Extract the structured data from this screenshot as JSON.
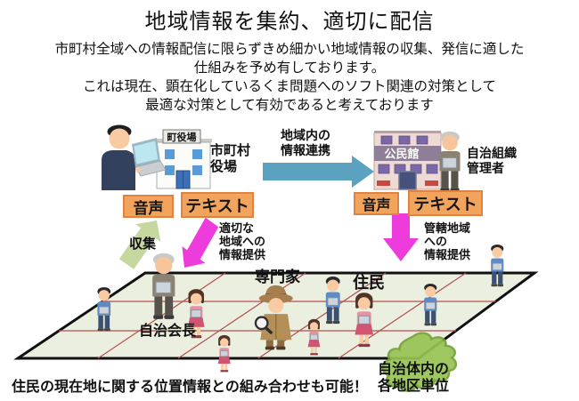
{
  "title": "地域情報を集約、適切に配信",
  "intro": {
    "line1": "市町村全域への情報配信に限らずきめ細かい地域情報の収集、発信に適した",
    "line2": "仕組みを予め有しております。",
    "line3": "これは現在、顕在化しているくま問題へのソフト関連の対策として",
    "line4": "最適な対策として有効であると考えております"
  },
  "municipal": {
    "building_sign": "町役場",
    "actor_line1": "市町村",
    "actor_line2": "役場"
  },
  "community": {
    "building_sign": "公民館",
    "actor_line1": "自治組織",
    "actor_line2": "管理者"
  },
  "channels": {
    "voice": "音声",
    "text": "テキスト"
  },
  "arrows": {
    "center_line1": "地域内の",
    "center_line2": "情報連携",
    "collect": "収集",
    "left_down_line1": "適切な",
    "left_down_line2": "地域への",
    "left_down_line3": "情報提供",
    "right_down_line1": "管轄地域",
    "right_down_line2": "への",
    "right_down_line3": "情報提供"
  },
  "grid": {
    "chairman": "自治会長",
    "expert": "専門家",
    "residents": "住民",
    "district_line1": "自治体内の",
    "district_line2": "各地区単位"
  },
  "footnote": "住民の現在地に関する位置情報との組み合わせも可能！",
  "colors": {
    "channel_box": "#F2A45C",
    "channel_box_border": "#DF8244",
    "link_arrow": "#5AA2C0",
    "deliver_arrow": "#EE3CDC",
    "collect_arrow": "#C6D79F",
    "grid_fill": "#EBEFE0",
    "grid_line": "#B3504E",
    "district_shape": "#97C354"
  }
}
